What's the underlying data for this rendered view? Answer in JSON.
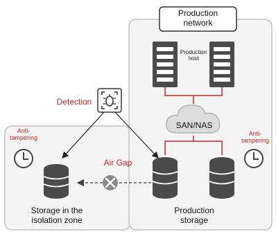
{
  "production_network": {
    "title": "Production\nnetwork"
  },
  "production_host": {
    "label": "Production\nhost"
  },
  "san_nas": {
    "label": "SAN/NAS"
  },
  "detection": {
    "label": "Detection"
  },
  "air_gap": {
    "label": "Air Gap"
  },
  "anti_tampering": {
    "label": "Anti-\ntampering"
  },
  "isolation_zone": {
    "label": "Storage in the\nisolation zone"
  },
  "production_storage": {
    "label": "Production\nstorage"
  },
  "colors": {
    "accent_red": "#c62828",
    "box_border": "#b5b5b5",
    "box_fill": "#f4f4f4",
    "device_fill": "#4a4a4a",
    "cloud_fill": "#dcdcdc",
    "xmark_fill": "#8a8a8a"
  }
}
